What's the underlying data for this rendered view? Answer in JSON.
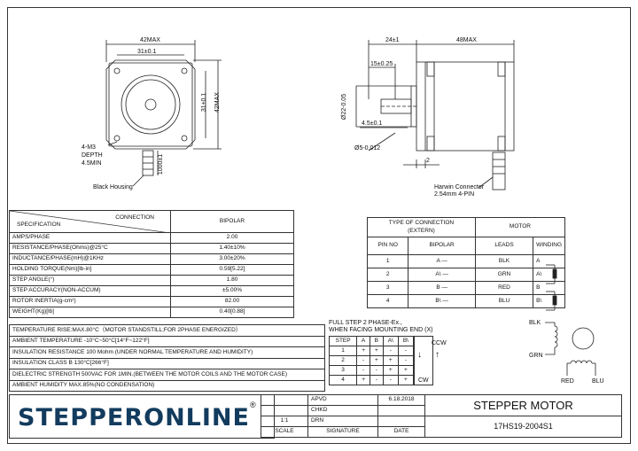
{
  "drawing": {
    "front": {
      "dim_42max": "42MAX",
      "dim_31": "31±0.1",
      "dim_31_v": "31±0.1",
      "dim_42max_v": "42MAX",
      "holes_1": "4-M3",
      "holes_2": "DEPTH",
      "holes_3": "4.5MIN",
      "lead_len": "1000±1",
      "black_housing": "Black Housing"
    },
    "side": {
      "dim_24": "24±1",
      "dim_48": "48MAX",
      "dim_15": "15±0.25",
      "dim_22": "Ø22-0.05",
      "dim_45": "4.5±0.1",
      "dim_5": "Ø5-0.012",
      "dim_2": "2",
      "harwin_1": "Harwin Connector",
      "harwin_2": "2.54mm 4-PIN"
    }
  },
  "spec": {
    "header_connection": "CONNECTION",
    "header_spec": "SPECIFICATION",
    "header_bipolar": "BIPOLAR",
    "rows": [
      {
        "label": "AMPS/PHASE",
        "value": "2.00"
      },
      {
        "label": "RESISTANCE/PHASE(Ohms)@25°C",
        "value": "1.40±10%"
      },
      {
        "label": "INDUCTANCE/PHASE(mH)@1KHz",
        "value": "3.00±20%"
      },
      {
        "label": "HOLDING TORQUE(Nm)[lb-in]",
        "value": "0.59[5.22]"
      },
      {
        "label": "STEP ANGLE(°)",
        "value": "1.80"
      },
      {
        "label": "STEP ACCURACY(NON-ACCUM)",
        "value": "±5.00%"
      },
      {
        "label": "ROTOR INERTIA(g-cm²)",
        "value": "82.00"
      },
      {
        "label": "WEIGHT(Kg)[lb]",
        "value": "0.40[0.88]"
      }
    ],
    "notes": [
      "TEMPERATURE RISE:MAX.80°C（MOTOR STANDSTILL;FOR 2PHASE ENERGIZED）",
      "AMBIENT TEMPERATURE -10°C~50°C[14°F~122°F]",
      "INSULATION RESISTANCE 100 Mohm (UNDER NORMAL TEMPERATURE AND HUMIDITY)",
      "INSULATION CLASS B 130°C[266°F]",
      "DIELECTRIC STRENGTH 500VAC FOR 1MIN.(BETWEEN THE MOTOR COILS AND THE MOTOR CASE)",
      "AMBIENT HUMIDITY MAX.85%(NO CONDENSATION)"
    ]
  },
  "conn": {
    "type_1": "TYPE OF CONNECTION",
    "type_2": "(EXTERN)",
    "motor": "MOTOR",
    "h_pin": "PIN NO",
    "h_bipolar": "BIPOLAR",
    "h_leads": "LEADS",
    "h_winding": "WINDING",
    "rows": [
      {
        "pin": "1",
        "bipolar": "A —",
        "lead": "BLK",
        "wind": "A"
      },
      {
        "pin": "2",
        "bipolar": "A\\ —",
        "lead": "GRN",
        "wind": "A\\"
      },
      {
        "pin": "3",
        "bipolar": "B —",
        "lead": "RED",
        "wind": "B"
      },
      {
        "pin": "4",
        "bipolar": "B\\ —",
        "lead": "BLU",
        "wind": "B\\"
      }
    ]
  },
  "step": {
    "title_1": "FULL STEP  2 PHASE-Ex.,",
    "title_2": "WHEN FACING MOUNTING END (X)",
    "headers": [
      "STEP",
      "A",
      "B",
      "A\\",
      "B\\"
    ],
    "rows": [
      [
        "1",
        "+",
        "+",
        "-",
        "-"
      ],
      [
        "2",
        "-",
        "+",
        "+",
        "-"
      ],
      [
        "3",
        "-",
        "-",
        "+",
        "+"
      ],
      [
        "4",
        "+",
        "-",
        "-",
        "+"
      ]
    ],
    "ccw": "CCW",
    "cw": "CW"
  },
  "wiring": {
    "blk": "BLK",
    "grn": "GRN",
    "red": "RED",
    "blu": "BLU"
  },
  "title_block": {
    "logo": "STEPPERONLINE",
    "reg": "®",
    "apvd": "APVD",
    "apvd_date": "6.18.2018",
    "chkd": "CHKD",
    "drn": "DRN",
    "scale_val": "1:1",
    "scale": "SCALE",
    "signature": "SIGNATURE",
    "date": "DATE",
    "title": "STEPPER MOTOR",
    "part": "17HS19-2004S1"
  }
}
